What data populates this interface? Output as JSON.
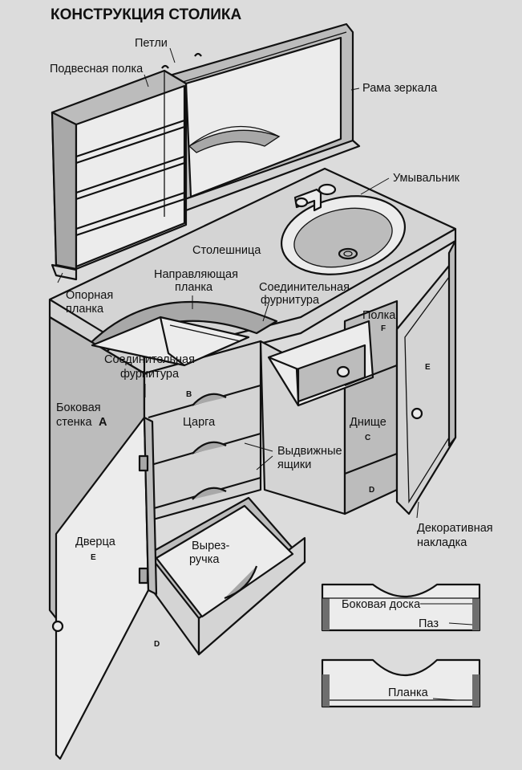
{
  "title": "КОНСТРУКЦИЯ СТОЛИКА",
  "labels": {
    "petli": "Петли",
    "podvesnaya_polka": "Подвесная полка",
    "rama_zerkala": "Рама зеркала",
    "umyvalnik": "Умывальник",
    "stoleshnitsa": "Столешница",
    "opornaya_line1": "Опорная",
    "opornaya_line2": "планка",
    "napravlyayushchaya_line1": "Направляющая",
    "napravlyayushchaya_line2": "планка",
    "soed_right_line1": "Соединительная",
    "soed_right_line2": "фурнитура",
    "polka_line1": "Полка",
    "polka_letter": "F",
    "soed_left_line1": "Соединительная",
    "soed_left_line2": "фурнитура",
    "bokovaya_line1": "Боковая",
    "bokovaya_line2": "стенка",
    "bokovaya_letter": "A",
    "tsarga": "Царга",
    "tsarga_letter": "B",
    "vydvizhnye_line1": "Выдвижные",
    "vydvizhnye_line2": "ящики",
    "dnishche": "Днище",
    "dnishche_letter": "C",
    "door_right_letter": "E",
    "dekor_line1": "Декоративная",
    "dekor_line2": "накладка",
    "dvertsa": "Дверца",
    "dvertsa_letter": "E",
    "vyrez_line1": "Вырез-",
    "vyrez_line2": "ручка",
    "d_lower": "D",
    "d_right": "D",
    "bokovaya_doska": "Боковая доска",
    "paz": "Паз",
    "planka": "Планка"
  },
  "colors": {
    "background": "#dcdcdc",
    "ink": "#111111"
  }
}
